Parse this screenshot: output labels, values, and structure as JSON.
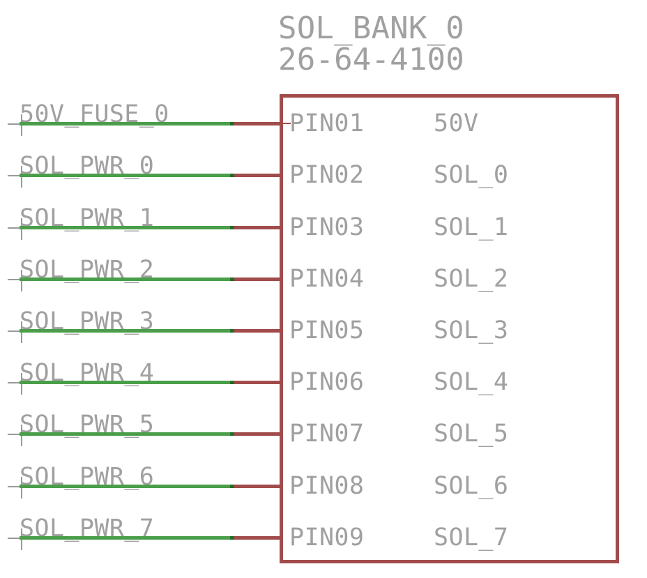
{
  "title": {
    "name": "SOL_BANK_0",
    "part_number": "26-64-4100"
  },
  "colors": {
    "background": "#ffffff",
    "wire_green": "#4a9e4a",
    "wire_end_green": "#256d25",
    "symbol_red": "#a14b4b",
    "text_gray": "#a0a0a0",
    "cross_gray": "#9a9a9a"
  },
  "component": {
    "rows": [
      {
        "net": "50V_FUSE_0",
        "pin": "PIN01",
        "signal": "50V"
      },
      {
        "net": "SOL_PWR_0",
        "pin": "PIN02",
        "signal": "SOL_0"
      },
      {
        "net": "SOL_PWR_1",
        "pin": "PIN03",
        "signal": "SOL_1"
      },
      {
        "net": "SOL_PWR_2",
        "pin": "PIN04",
        "signal": "SOL_2"
      },
      {
        "net": "SOL_PWR_3",
        "pin": "PIN05",
        "signal": "SOL_3"
      },
      {
        "net": "SOL_PWR_4",
        "pin": "PIN06",
        "signal": "SOL_4"
      },
      {
        "net": "SOL_PWR_5",
        "pin": "PIN07",
        "signal": "SOL_5"
      },
      {
        "net": "SOL_PWR_6",
        "pin": "PIN08",
        "signal": "SOL_6"
      },
      {
        "net": "SOL_PWR_7",
        "pin": "PIN09",
        "signal": "SOL_7"
      }
    ]
  }
}
